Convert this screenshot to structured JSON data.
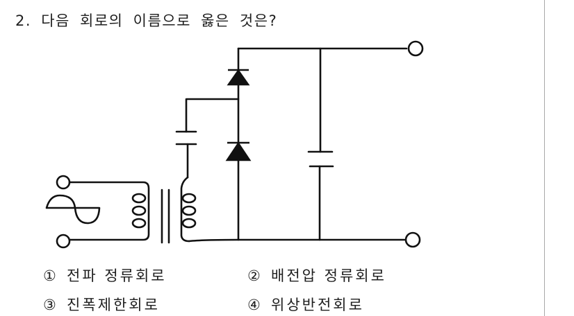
{
  "question": {
    "number": "2.",
    "text": "다음 회로의 이름으로 옳은 것은?",
    "full": "2. 다음 회로의 이름으로 옳은 것은?"
  },
  "figure": {
    "description": "Voltage doubler rectifier circuit: AC source with transformer, series capacitor, two diodes, smoothing capacitor, and two output terminals",
    "components": [
      "ac-source",
      "transformer",
      "series-capacitor",
      "diode-upper",
      "diode-lower",
      "smoothing-capacitor",
      "output-terminal-top",
      "output-terminal-bottom"
    ],
    "line_color": "#111111"
  },
  "choices": [
    {
      "num": "①",
      "label": "전파 정류회로"
    },
    {
      "num": "②",
      "label": "배전압 정류회로"
    },
    {
      "num": "③",
      "label": "진폭제한회로"
    },
    {
      "num": "④",
      "label": "위상반전회로"
    }
  ]
}
